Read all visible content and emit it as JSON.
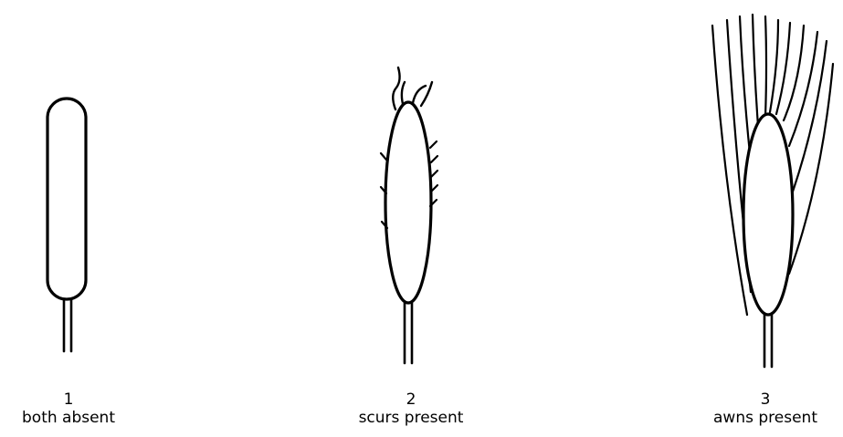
{
  "figure": {
    "colors": {
      "ink": "#000000",
      "background": "#ffffff"
    },
    "items": [
      {
        "number": "1",
        "label": "both absent"
      },
      {
        "number": "2",
        "label": "scurs present"
      },
      {
        "number": "3",
        "label": "awns present"
      }
    ]
  }
}
